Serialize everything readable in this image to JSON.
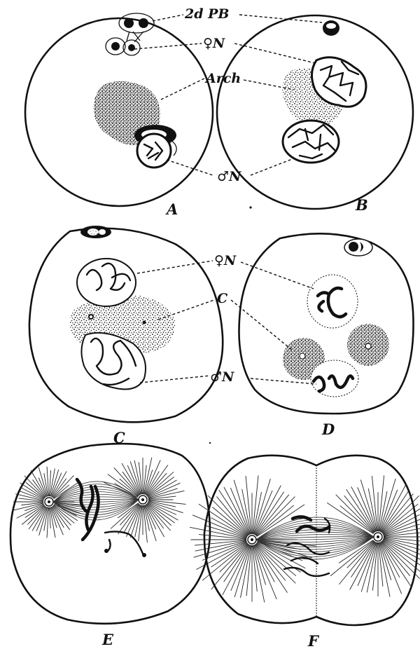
{
  "labels": {
    "polar_body": "2d PB",
    "female_nucleus": "♀N",
    "archoplasm": "Arch",
    "male_nucleus": "♂N",
    "female_nucleus_2": "♀N",
    "centrosome": "C",
    "male_nucleus_2": "♂N"
  },
  "panels": [
    "A",
    "B",
    "C",
    "D",
    "E",
    "F"
  ]
}
